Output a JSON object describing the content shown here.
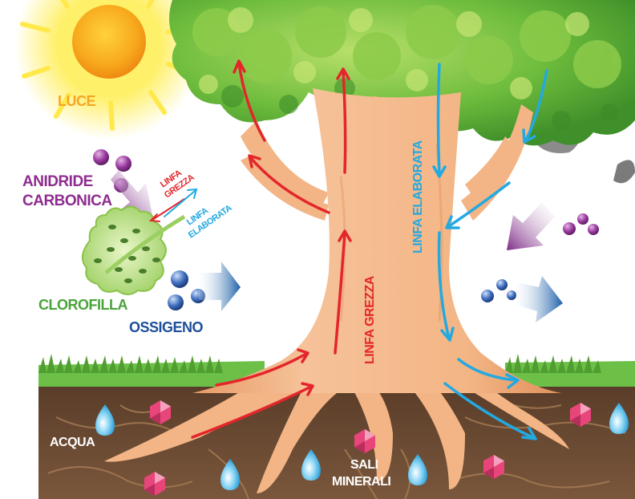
{
  "labels": {
    "light": "LUCE",
    "co2_line1": "ANIDRIDE",
    "co2_line2": "CARBONICA",
    "chlorophyll": "CLOROFILLA",
    "oxygen": "OSSIGENO",
    "water": "ACQUA",
    "minerals_line1": "SALI",
    "minerals_line2": "MINERALI",
    "raw_sap_trunk": "LINFA GREZZA",
    "elaborated_sap_trunk": "LINFA ELABORATA",
    "raw_sap_leaf_line1": "LINFA",
    "raw_sap_leaf_line2": "GREZZA",
    "elaborated_sap_leaf_line1": "LINFA",
    "elaborated_sap_leaf_line2": "ELABORATA"
  },
  "colors": {
    "raw_sap": "#e3262b",
    "elaborated_sap": "#23a9e1",
    "light": "#f5a623",
    "carbon_dioxide": "#8e2c8f",
    "chlorophyll": "#4aa33a",
    "oxygen": "#1d4f9a",
    "soil_text": "#ffffff",
    "trunk": "#f3b585",
    "soil": "#6b4a32",
    "grass": "#5cb13a",
    "mineral_gem": "#e8457a",
    "water_drop": "#5fc3ee"
  },
  "icons": [
    "sun-icon",
    "co2-molecule-icon",
    "oxygen-molecule-icon",
    "water-drop-icon",
    "mineral-gem-icon",
    "leaf-icon",
    "flow-arrow-icon"
  ]
}
